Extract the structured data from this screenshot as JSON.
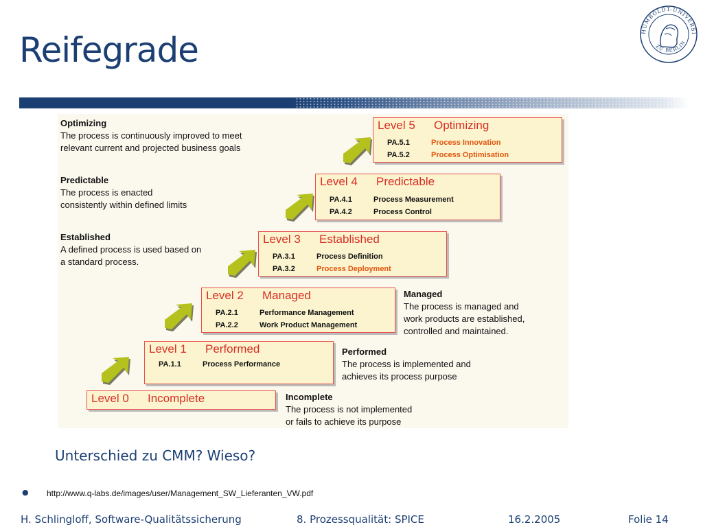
{
  "slide": {
    "title": "Reifegrade",
    "question": "Unterschied zu CMM? Wieso?",
    "reference_url": "http://www.q-labs.de/images/user/Management_SW_Lieferanten_VW.pdf"
  },
  "logo": {
    "text_top": "HUMBOLDT-UNIVERSITÄT",
    "text_bottom": "ZU BERLIN"
  },
  "diagram": {
    "levels": [
      {
        "level": "Level 0",
        "name": "Incomplete",
        "pas": []
      },
      {
        "level": "Level 1",
        "name": "Performed",
        "pas": [
          {
            "code": "PA.1.1",
            "name": "Process Performance",
            "color": "black"
          }
        ]
      },
      {
        "level": "Level 2",
        "name": "Managed",
        "pas": [
          {
            "code": "PA.2.1",
            "name": "Performance Management",
            "color": "black"
          },
          {
            "code": "PA.2.2",
            "name": "Work Product Management",
            "color": "black"
          }
        ]
      },
      {
        "level": "Level 3",
        "name": "Established",
        "pas": [
          {
            "code": "PA.3.1",
            "name": "Process Definition",
            "color": "black"
          },
          {
            "code": "PA.3.2",
            "name": "Process Deployment",
            "color": "orange"
          }
        ]
      },
      {
        "level": "Level 4",
        "name": "Predictable",
        "pas": [
          {
            "code": "PA.4.1",
            "name": "Process Measurement",
            "color": "black"
          },
          {
            "code": "PA.4.2",
            "name": "Process Control",
            "color": "black"
          }
        ]
      },
      {
        "level": "Level 5",
        "name": "Optimizing",
        "pas": [
          {
            "code": "PA.5.1",
            "name": "Process Innovation",
            "color": "orange"
          },
          {
            "code": "PA.5.2",
            "name": "Process Optimisation",
            "color": "orange"
          }
        ]
      }
    ],
    "descriptions": {
      "optimizing": {
        "heading": "Optimizing",
        "line1": "The process is continuously improved to meet",
        "line2": "relevant current and projected business goals"
      },
      "predictable": {
        "heading": "Predictable",
        "line1": "The process is enacted",
        "line2": "consistently within defined limits"
      },
      "established": {
        "heading": "Established",
        "line1": "A defined process is used based on",
        "line2": "a standard process."
      },
      "managed": {
        "heading": "Managed",
        "line1": "The process is managed and",
        "line2": "work products are established,",
        "line3": "controlled and maintained."
      },
      "performed": {
        "heading": "Performed",
        "line1": "The process is implemented and",
        "line2": "achieves its process purpose"
      },
      "incomplete": {
        "heading": "Incomplete",
        "line1": "The process is not implemented",
        "line2": "or fails to achieve its purpose"
      }
    },
    "colors": {
      "box_fill": "#fbf4cf",
      "box_border": "#e8504a",
      "level_text": "#d82e25",
      "arrow": "#b5c21e",
      "highlight": "#e2560e"
    }
  },
  "footer": {
    "author": "H. Schlingloff, Software-Qualitätssicherung",
    "chapter": "8. Prozessqualität: SPICE",
    "date": "16.2.2005",
    "slide_number": "Folie 14"
  }
}
